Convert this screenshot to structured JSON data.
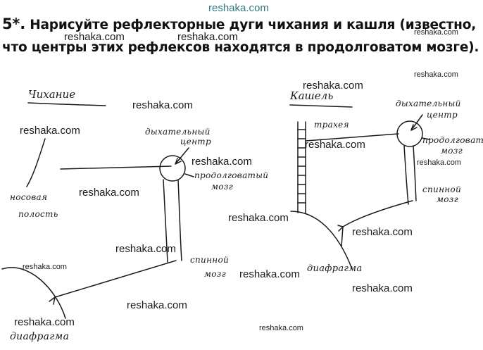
{
  "site_header": "reshaka.com",
  "task": {
    "number": "5*.",
    "line1": "Нарисуйте рефлекторные дуги чихания и кашля (известно,",
    "line2": "что центры этих рефлексов находятся в продолговатом мозге)."
  },
  "sneeze": {
    "title": "Чихание",
    "center_label_1": "дыхательный",
    "center_label_2": "центр",
    "medulla_1": "продолговатый",
    "medulla_2": "мозг",
    "nasal_1": "носовая",
    "nasal_2": "полость",
    "spinal_1": "спинной",
    "spinal_2": "мозг",
    "diaphragm": "диафрагма"
  },
  "cough": {
    "title": "Кашель",
    "trachea": "трахея",
    "center_label_1": "дыхательный",
    "center_label_2": "центр",
    "medulla_1": "продолговатый",
    "medulla_2": "мозг",
    "spinal_1": "спинной",
    "spinal_2": "мозг",
    "diaphragm": "диафрагма"
  },
  "watermark": "reshaka.com"
}
